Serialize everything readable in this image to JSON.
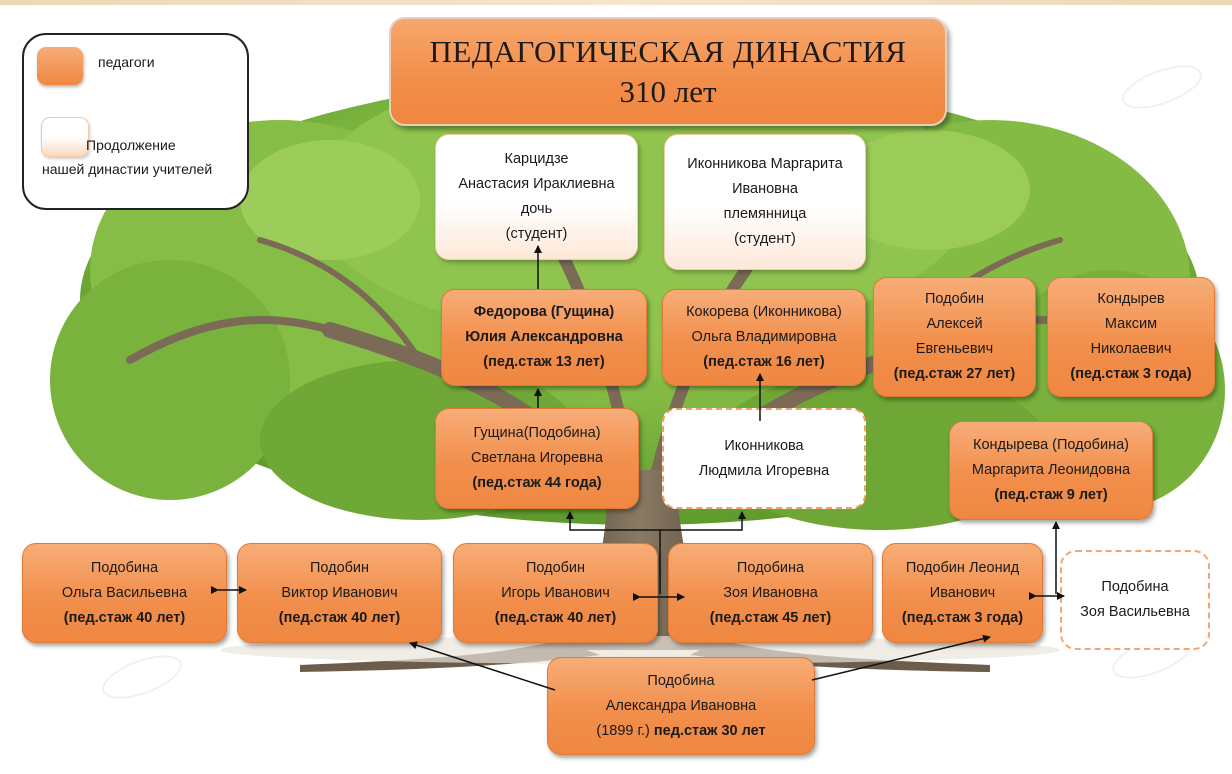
{
  "title": {
    "line1": "ПЕДАГОГИЧЕСКАЯ ДИНАСТИЯ",
    "line2": "310 лет"
  },
  "legend": {
    "teachers": "педагоги",
    "continuation_line1": "Продолжение",
    "continuation_line2": "нашей  династии учителей"
  },
  "colors": {
    "teacher_fill": "#F28F4C",
    "continuation_fill": "#FFFFFF",
    "tree_foliage": "#7DB640",
    "trunk": "#7A6A56"
  },
  "people": {
    "kartsidze": {
      "line1": "Карцидзе",
      "line2": "Анастасия Ираклиевна",
      "line3": "дочь",
      "line4": "(студент)"
    },
    "ikonnikova_m": {
      "line1": "Иконникова Маргарита",
      "line2": "Ивановна",
      "line3": "племянница",
      "line4": "(студент)"
    },
    "fedorova": {
      "line1": "Федорова (Гущина)",
      "line2": "Юлия Александровна",
      "line3": "(пед.стаж 13 лет)"
    },
    "kokoreva": {
      "line1": "Кокорева (Иконникова)",
      "line2": "Ольга Владимировна",
      "line3": "(пед.стаж 16 лет)"
    },
    "podobin_a": {
      "line1": "Подобин",
      "line2": "Алексей",
      "line3": "Евгеньевич",
      "line4": "(пед.стаж 27 лет)"
    },
    "kondyrev": {
      "line1": "Кондырев",
      "line2": "Максим",
      "line3": "Николаевич",
      "line4": "(пед.стаж 3 года)"
    },
    "gushchina": {
      "line1": "Гущина(Подобина)",
      "line2": "Светлана Игоревна",
      "line3": "(пед.стаж 44 года)"
    },
    "ikonnikova_l": {
      "line1": "Иконникова",
      "line2": "Людмила Игоревна"
    },
    "kondyreva": {
      "line1": "Кондырева (Подобина)",
      "line2": "Маргарита Леонидовна",
      "line3": "(пед.стаж 9 лет)"
    },
    "podobina_o": {
      "line1": "Подобина",
      "line2": "Ольга Васильевна",
      "line3": "(пед.стаж 40 лет)"
    },
    "podobin_v": {
      "line1": "Подобин",
      "line2": "Виктор Иванович",
      "line3": "(пед.стаж 40 лет)"
    },
    "podobin_i": {
      "line1": "Подобин",
      "line2": "Игорь Иванович",
      "line3": "(пед.стаж 40 лет)"
    },
    "podobina_z": {
      "line1": "Подобина",
      "line2": "Зоя Ивановна",
      "line3": "(пед.стаж 45 лет)"
    },
    "podobin_l": {
      "line1": "Подобин Леонид",
      "line2": "Иванович",
      "line3": "(пед.стаж 3 года)"
    },
    "podobina_zv": {
      "line1": "Подобина",
      "line2": "Зоя Васильевна"
    },
    "podobina_a": {
      "line1": "Подобина",
      "line2": "Александра Ивановна",
      "line3a": "(1899 г.) ",
      "line3b": "пед.стаж 30 лет"
    }
  }
}
